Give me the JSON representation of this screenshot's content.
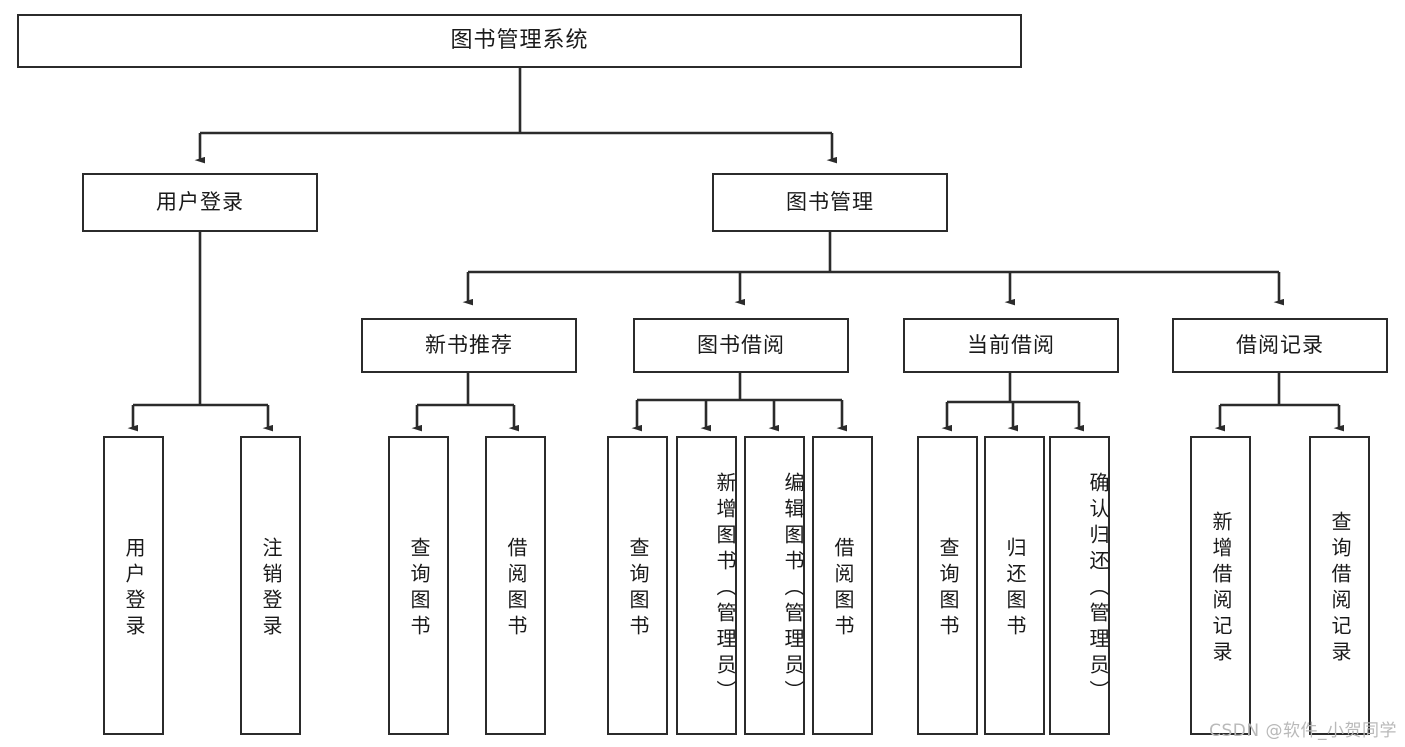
{
  "diagram": {
    "title": "图书管理系统",
    "type": "tree",
    "background_color": "#ffffff",
    "line_color": "#2b2b2b",
    "text_color": "#1a1a1a"
  },
  "nodes": {
    "root": {
      "label": "图书管理系统"
    },
    "level1": [
      {
        "label": "用户登录"
      },
      {
        "label": "图书管理"
      }
    ],
    "level2": [
      {
        "label": "新书推荐"
      },
      {
        "label": "图书借阅"
      },
      {
        "label": "当前借阅"
      },
      {
        "label": "借阅记录"
      }
    ],
    "leaves": {
      "user_login": [
        {
          "label": "用户登录"
        },
        {
          "label": "注销登录"
        }
      ],
      "new_book_recommend": [
        {
          "label": "查询图书"
        },
        {
          "label": "借阅图书"
        }
      ],
      "book_borrow": [
        {
          "label": "查询图书"
        },
        {
          "label": "新增图书（管理员）"
        },
        {
          "label": "编辑图书（管理员）"
        },
        {
          "label": "借阅图书"
        }
      ],
      "current_borrow": [
        {
          "label": "查询图书"
        },
        {
          "label": "归还图书"
        },
        {
          "label": "确认归还（管理员）"
        }
      ],
      "borrow_record": [
        {
          "label": "新增借阅记录"
        },
        {
          "label": "查询借阅记录"
        }
      ]
    }
  },
  "watermark": {
    "text": "CSDN @软件_小贺同学"
  }
}
